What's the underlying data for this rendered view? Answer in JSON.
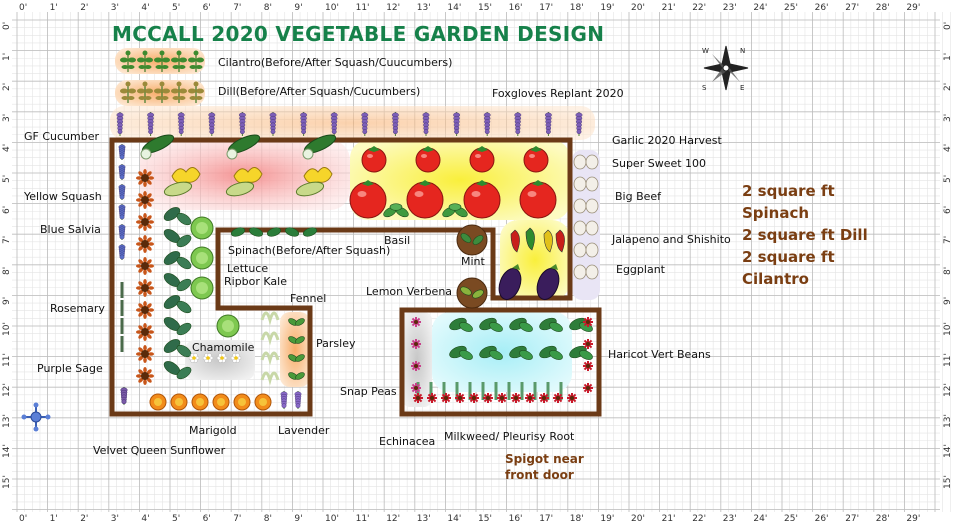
{
  "title": "MCCALL 2020 VEGETABLE GARDEN DESIGN",
  "ruler_top": [
    "0'",
    "1'",
    "2'",
    "3'",
    "4'",
    "5'",
    "6'",
    "7'",
    "8'",
    "9'",
    "10'",
    "11'",
    "12'",
    "13'",
    "14'",
    "15'",
    "16'",
    "17'",
    "18'",
    "19'",
    "20'",
    "21'",
    "22'",
    "23'",
    "24'",
    "25'",
    "26'",
    "27'",
    "28'",
    "29'"
  ],
  "ruler_side": [
    "0'",
    "1'",
    "2'",
    "3'",
    "4'",
    "5'",
    "6'",
    "7'",
    "8'",
    "9'",
    "10'",
    "11'",
    "12'",
    "13'",
    "14'",
    "15'"
  ],
  "compass": {
    "n": "N",
    "e": "E",
    "s": "S",
    "w": "W"
  },
  "labels": {
    "cilantro": "Cilantro(Before/After Squash/Cuucumbers)",
    "dill": "Dill(Before/After Squash/Cucumbers)",
    "foxgloves": "Foxgloves Replant 2020",
    "gf_cucumber": "GF Cucumber",
    "garlic": "Garlic 2020 Harvest",
    "super_sweet": "Super Sweet 100",
    "yellow_squash": "Yellow Squash",
    "big_beef": "Big Beef",
    "blue_salvia": "Blue Salvia",
    "basil": "Basil",
    "jalapeno": "Jalapeno and Shishito",
    "spinach": "Spinach(Before/After Squash)",
    "mint": "Mint",
    "eggplant": "Eggplant",
    "lettuce": "Lettuce",
    "kale": "Ripbor Kale",
    "lemon_verbena": "Lemon Verbena",
    "fennel": "Fennel",
    "rosemary": "Rosemary",
    "parsley": "Parsley",
    "chamomile": "Chamomile",
    "haricot": "Haricot Vert Beans",
    "purple_sage": "Purple Sage",
    "snap_peas": "Snap Peas",
    "marigold": "Marigold",
    "lavender": "Lavender",
    "echinacea": "Echinacea",
    "milkweed": "Milkweed/ Pleurisy Root",
    "sunflower": "Velvet Queen Sunflower"
  },
  "notes": [
    "2 square ft",
    "Spinach",
    "2 square ft Dill",
    "2 square ft",
    "Cilantro"
  ],
  "spigot": [
    "Spigot near",
    "front door"
  ],
  "colors": {
    "title": "#16814a",
    "bed_border": "#6b3a17",
    "note": "#7a3e12",
    "grid": "#c9c9c9",
    "red_zone": "#f7a3a3",
    "yellow_zone": "#fbf46a",
    "cyan_zone": "#b6f1f7",
    "orange_zone": "#f9b97a",
    "gray_zone": "#cfcfcf"
  }
}
